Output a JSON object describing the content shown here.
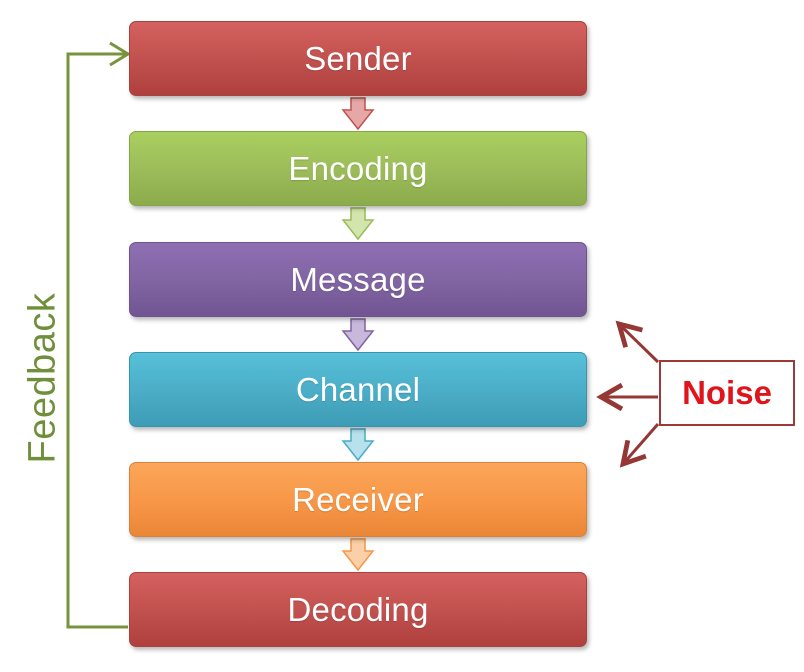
{
  "steps": [
    {
      "label": "Sender"
    },
    {
      "label": "Encoding"
    },
    {
      "label": "Message"
    },
    {
      "label": "Channel"
    },
    {
      "label": "Receiver"
    },
    {
      "label": "Decoding"
    }
  ],
  "feedback": {
    "label": "Feedback"
  },
  "noise": {
    "label": "Noise"
  },
  "colors": {
    "sender": "#c0504d",
    "encoding": "#9bbb59",
    "message": "#8064a2",
    "channel": "#4bacc6",
    "receiver": "#f79646",
    "decoding": "#c0504d",
    "feedback_line": "#77933c",
    "noise_arrow": "#953735",
    "noise_text": "#e0141b"
  }
}
